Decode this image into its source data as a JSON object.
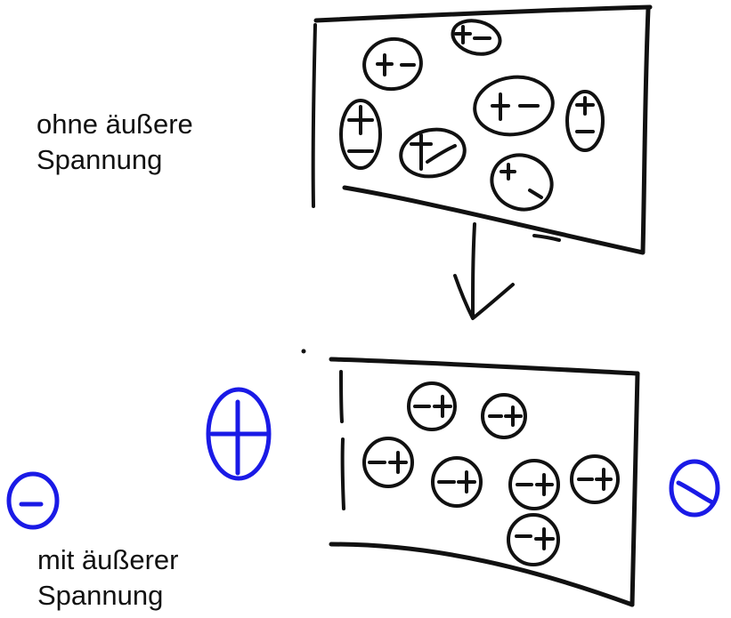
{
  "labels": {
    "without_voltage_line1": "ohne äußere",
    "without_voltage_line2": "Spannung",
    "with_voltage_line1": "mit äußerer",
    "with_voltage_line2": "Spannung"
  },
  "colors": {
    "ink": "#111111",
    "electrode_ink": "#1a1ae6",
    "background": "#ffffff"
  },
  "icons": {
    "dipole": "handwritten-dipole-icon",
    "positive_electrode": "plus-charge-icon",
    "negative_electrode": "minus-charge-icon",
    "transition_arrow": "down-arrow-icon"
  }
}
